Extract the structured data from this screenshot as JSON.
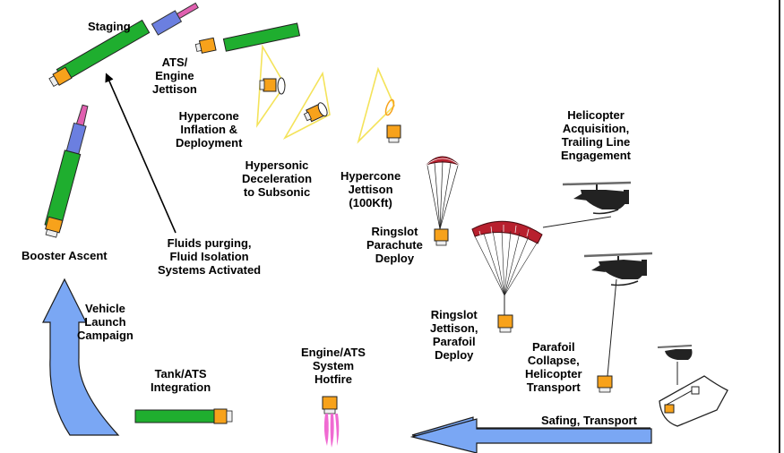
{
  "steps": {
    "staging": [
      "Staging"
    ],
    "ats_engine_jettison": [
      "ATS/",
      "Engine",
      "Jettison"
    ],
    "hypercone_inflation": [
      "Hypercone",
      "Inflation &",
      "Deployment"
    ],
    "hypersonic_deceleration": [
      "Hypersonic",
      "Deceleration",
      "to Subsonic"
    ],
    "hypercone_jettison": [
      "Hypercone",
      "Jettison",
      "(100Kft)"
    ],
    "helicopter_acquisition": [
      "Helicopter",
      "Acquisition,",
      "Trailing Line",
      "Engagement"
    ],
    "ringslot_deploy": [
      "Ringslot",
      "Parachute",
      "Deploy"
    ],
    "booster_ascent": [
      "Booster Ascent"
    ],
    "fluids_purging": [
      "Fluids purging,",
      "Fluid Isolation",
      "Systems Activated"
    ],
    "vehicle_launch": [
      "Vehicle",
      "Launch",
      "Campaign"
    ],
    "ringslot_jettison": [
      "Ringslot",
      "Jettison,",
      "Parafoil",
      "Deploy"
    ],
    "parafoil_collapse": [
      "Parafoil",
      "Collapse,",
      "Helicopter",
      "Transport"
    ],
    "engine_hotfire": [
      "Engine/ATS",
      "System",
      "Hotfire"
    ],
    "tank_integration": [
      "Tank/ATS",
      "Integration"
    ],
    "safing_transport": [
      "Safing, Transport"
    ]
  },
  "colors": {
    "booster_green": "#1fae2f",
    "nose_blue": "#6b7fe0",
    "tip_pink": "#e060b0",
    "ats_orange": "#f7a21b",
    "hypercone_yellow": "#f4e35a",
    "parachute_red": "#b8202e",
    "big_arrow_blue": "#7aa7f4",
    "helicopter_dark": "#2a2a2a",
    "helicopter_grey": "#9a9a9a",
    "flame_pink": "#f06ad2"
  },
  "icons": [
    "booster-rocket-icon",
    "ats-module-icon",
    "hypercone-icon",
    "ringslot-parachute-icon",
    "parafoil-icon",
    "helicopter-icon",
    "ship-icon",
    "engine-flame-icon",
    "flow-arrow-icon"
  ]
}
